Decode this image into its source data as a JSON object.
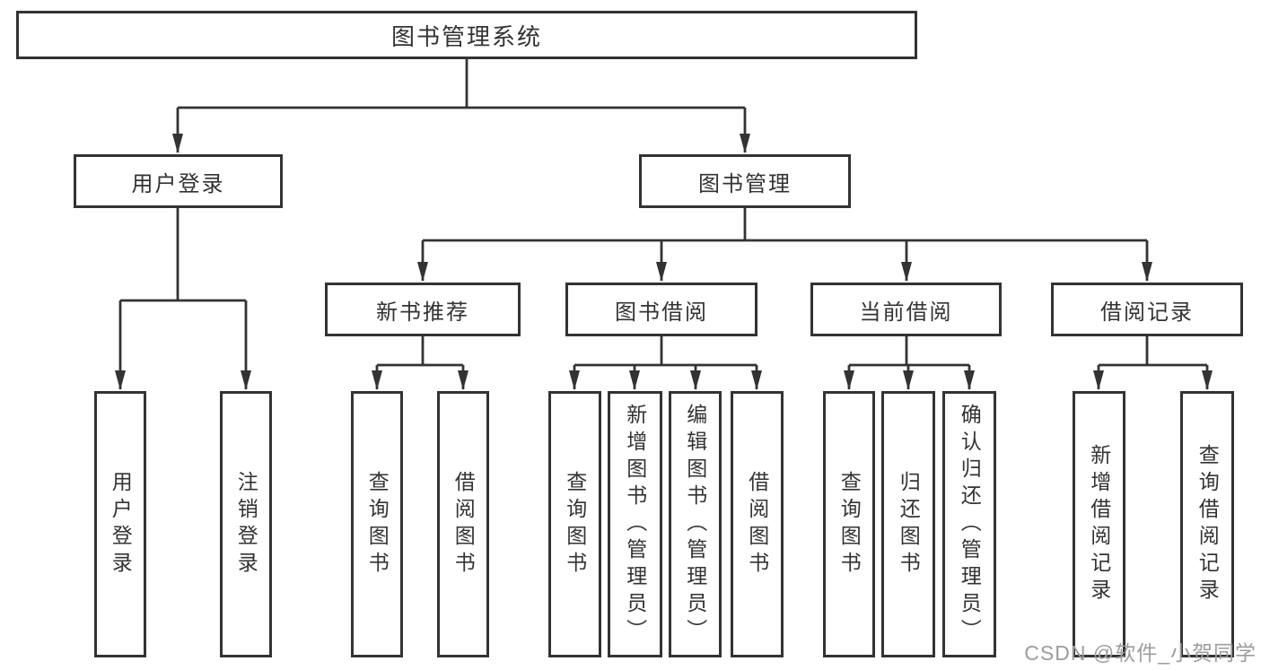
{
  "colors": {
    "line": "#333333",
    "box_border": "#333333",
    "background": "#ffffff",
    "watermark": "#9c9c9c"
  },
  "diagram": {
    "root": {
      "label": "图书管理系统"
    },
    "branches": [
      {
        "label": "用户登录",
        "children": [
          {
            "label": "用户登录"
          },
          {
            "label": "注销登录"
          }
        ]
      },
      {
        "label": "图书管理",
        "children": [
          {
            "label": "新书推荐",
            "children": [
              {
                "label": "查询图书"
              },
              {
                "label": "借阅图书"
              }
            ]
          },
          {
            "label": "图书借阅",
            "children": [
              {
                "label": "查询图书"
              },
              {
                "label": "新增图书（管理员）"
              },
              {
                "label": "编辑图书（管理员）"
              },
              {
                "label": "借阅图书"
              }
            ]
          },
          {
            "label": "当前借阅",
            "children": [
              {
                "label": "查询图书"
              },
              {
                "label": "归还图书"
              },
              {
                "label": "确认归还（管理员）"
              }
            ]
          },
          {
            "label": "借阅记录",
            "children": [
              {
                "label": "新增借阅记录"
              },
              {
                "label": "查询借阅记录"
              }
            ]
          }
        ]
      }
    ]
  },
  "watermark": {
    "text": "CSDN @软件_小贺同学"
  }
}
